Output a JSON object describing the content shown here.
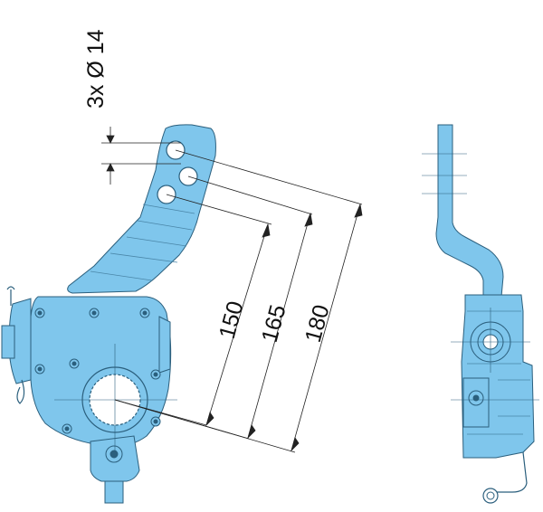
{
  "colors": {
    "part_fill": "#7fc6ec",
    "part_stroke": "#2b5f7d",
    "part_detail": "#4a86a8",
    "dim_line": "#222222",
    "background": "#ffffff"
  },
  "annotations": {
    "hole_note": "3x Ø 14",
    "dim_150": "150",
    "dim_165": "165",
    "dim_180": "180"
  }
}
